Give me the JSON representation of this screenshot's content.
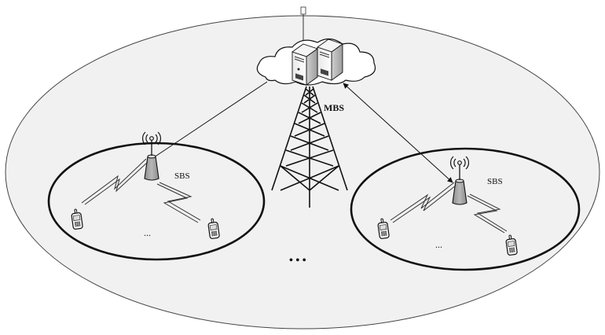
{
  "diagram": {
    "type": "heterogeneous-network",
    "colors": {
      "background": "#ffffff",
      "macro_cell_fill": "#f1f1f1",
      "outline": "#111111",
      "tower_fill": "#a8a8a8"
    },
    "cloud": {
      "icon": "cloud-icon",
      "servers": [
        "server-icon",
        "server-icon"
      ],
      "antenna": "antenna-mast-icon"
    },
    "macro_base_station": {
      "label": "MBS",
      "icon": "lattice-tower-icon"
    },
    "small_cells": [
      {
        "label": "SBS",
        "tower_icon": "small-cell-tower-icon",
        "signal_icon": "wireless-signal-icon",
        "users": [
          "mobile-phone-icon",
          "mobile-phone-icon"
        ],
        "ellipsis": "...",
        "backhaul": "line"
      },
      {
        "label": "SBS",
        "tower_icon": "small-cell-tower-icon",
        "signal_icon": "wireless-signal-icon",
        "users": [
          "mobile-phone-icon",
          "mobile-phone-icon"
        ],
        "ellipsis": "...",
        "backhaul": "double-arrow"
      }
    ],
    "between_cells_ellipsis": "• • •"
  }
}
